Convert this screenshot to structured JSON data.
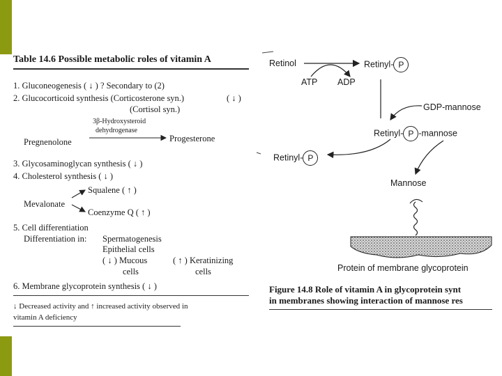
{
  "table": {
    "title": "Table 14.6  Possible metabolic roles of vitamin A",
    "item1": "1.  Gluconeogenesis ( ↓ ) ? Secondary to (2)",
    "item2_a": "2.  Glucocorticoid  synthesis  (Corticosterone syn.)",
    "item2_a_arrow": "( ↓ )",
    "item2_b": "(Cortisol syn.)",
    "enzyme_line1": "3β-Hydroxysteroid",
    "enzyme_line2": "dehydrogenase",
    "pregnenolone": "Pregnenolone",
    "progesterone": "Progesterone",
    "item3": "3.  Glycosaminoglycan synthesis ( ↓ )",
    "item4": "4.  Cholesterol synthesis ( ↓ )",
    "squalene": "Squalene ( ↑ )",
    "mevalonate": "Mevalonate",
    "coenzyme": "Coenzyme Q ( ↑ )",
    "item5": "5.  Cell differentiation",
    "diff_label": "Differentiation  in:",
    "sperm": "Spermatogenesis",
    "epith": "Epithelial cells",
    "mucous_a": "( ↓ )  Mucous",
    "mucous_b": "cells",
    "kerat_a": "( ↑ )  Keratinizing",
    "kerat_b": "cells",
    "item6": "6.  Membrane glycoprotein synthesis ( ↓ )",
    "foot1": "↓ Decreased activity and  ↑  increased activity observed in",
    "foot2": "vitamin A deficiency"
  },
  "figure": {
    "retinol": "Retinol",
    "retinyl_p_top": "Retinyl-",
    "p_symbol": "P",
    "atp": "ATP",
    "adp": "ADP",
    "gdp_mannose": "GDP-mannose",
    "retinyl_p_mannose_a": "Retinyl-",
    "retinyl_p_mannose_b": "-mannose",
    "retinyl_p_left": "Retinyl-",
    "mannose": "Mannose",
    "protein_label": "Protein of membrane glycoprotein",
    "caption1": "Figure 14.8  Role of vitamin A in glycoprotein synt",
    "caption2": "in membranes showing interaction of mannose res"
  }
}
